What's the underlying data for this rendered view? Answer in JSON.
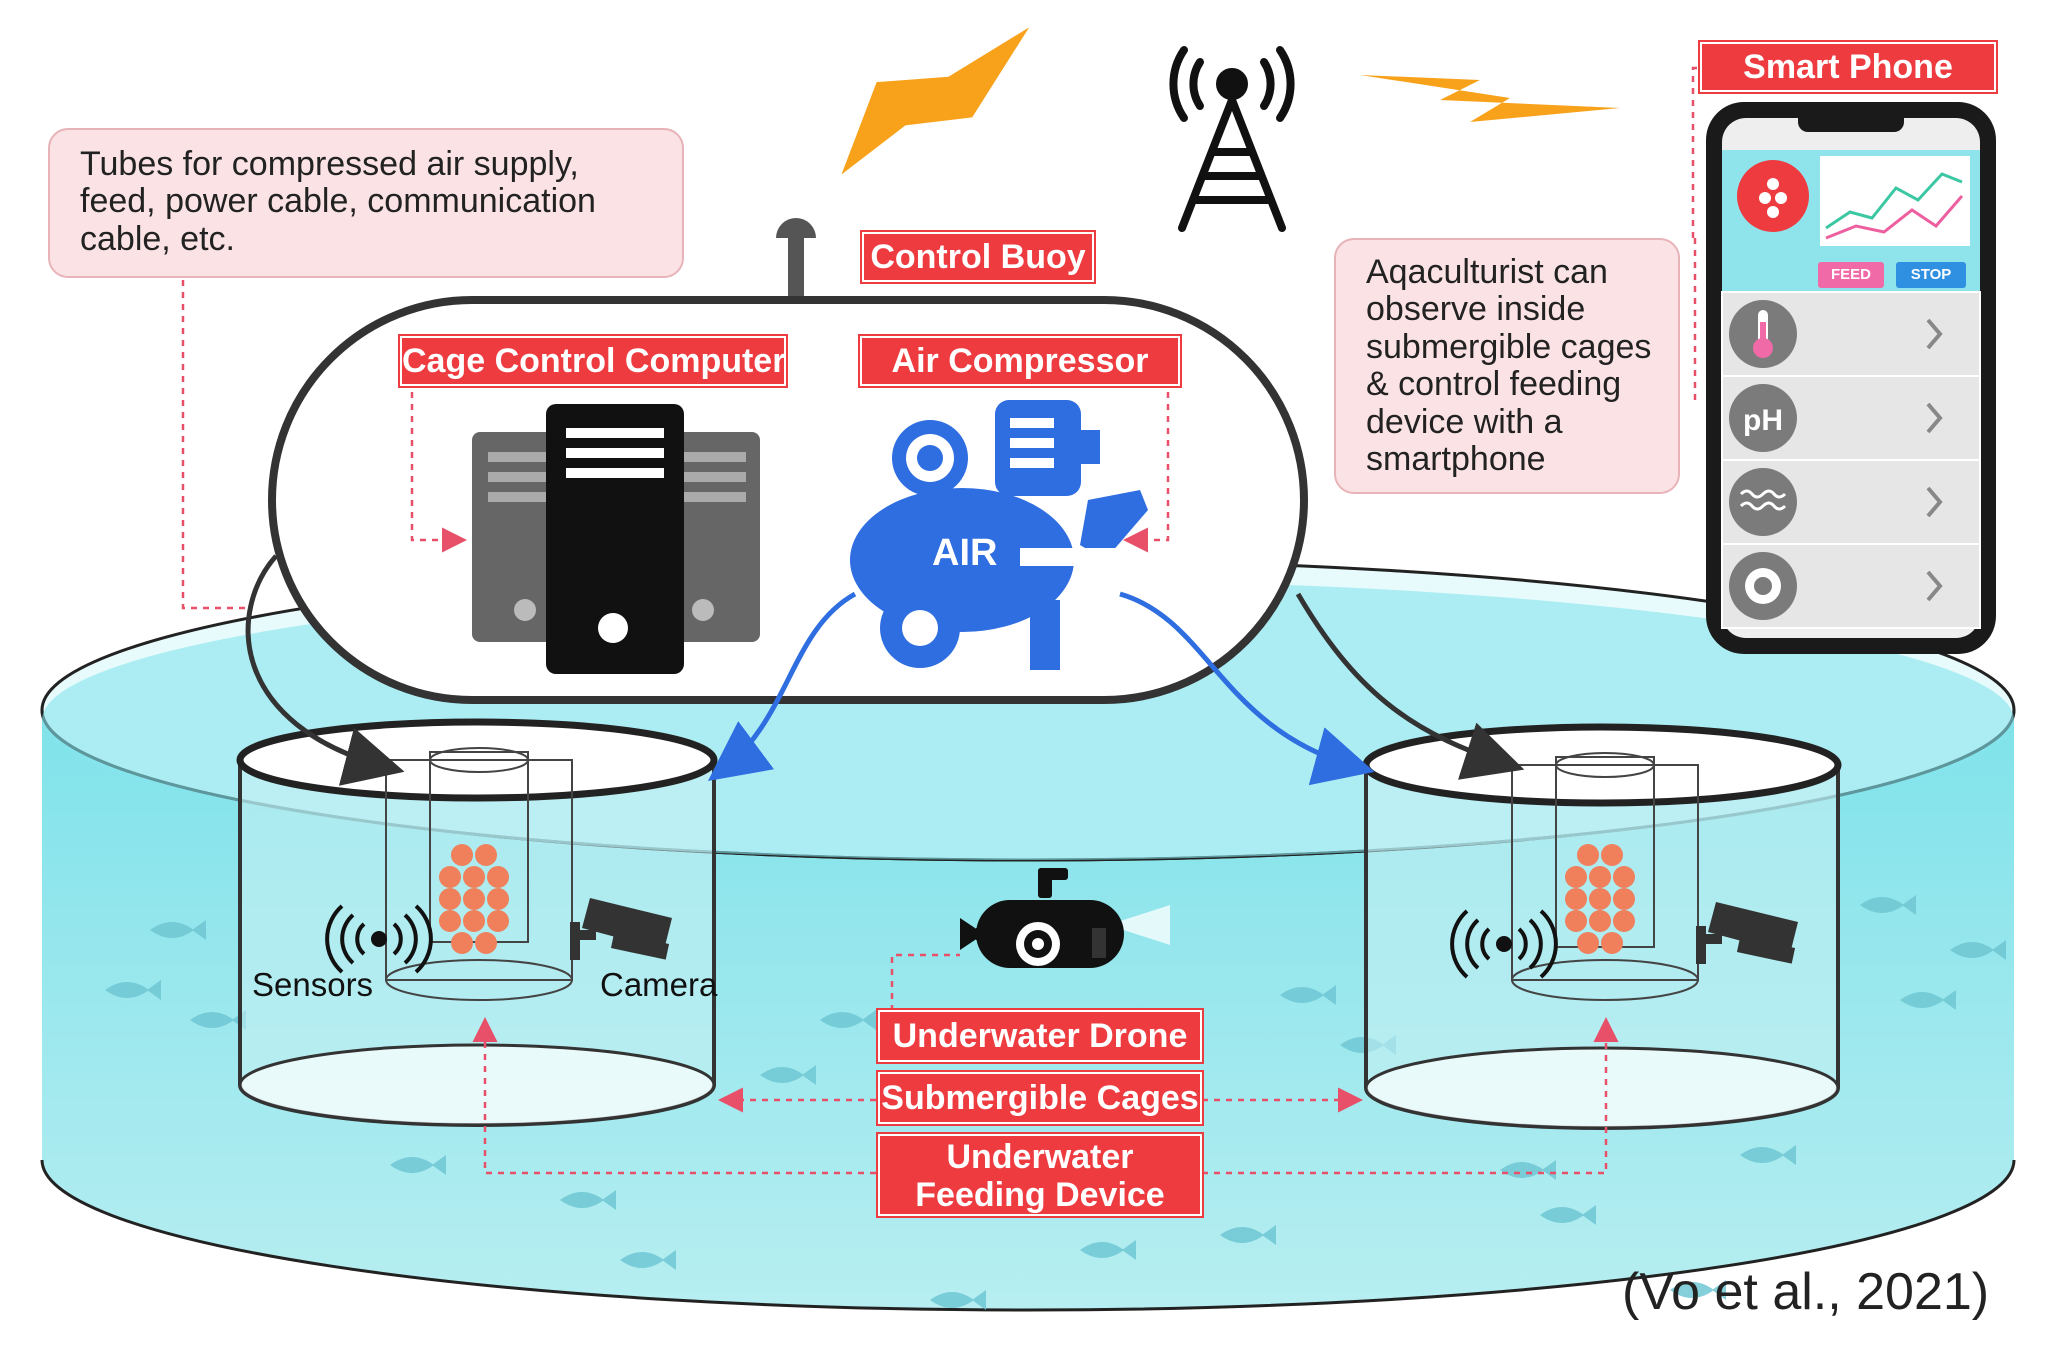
{
  "notes": {
    "tubes": [
      "Tubes for compressed air supply,",
      "feed, power cable, communication",
      "cable, etc."
    ],
    "aquaculturist": [
      "Aqaculturist can",
      "observe inside",
      "submergible cages",
      "& control feeding",
      "device with a",
      "smartphone"
    ]
  },
  "labels": {
    "control_buoy": "Control Buoy",
    "cage_control_computer": "Cage Control Computer",
    "air_compressor": "Air Compressor",
    "smart_phone": "Smart Phone",
    "sensors": "Sensors",
    "camera": "Camera",
    "underwater_drone": "Underwater Drone",
    "submergible_cages": "Submergible Cages",
    "underwater_feeding_device": [
      "Underwater",
      "Feeding Device"
    ],
    "air": "AIR",
    "citation": "(Vo et al., 2021)"
  },
  "phone": {
    "feed_button": "FEED",
    "stop_button": "STOP",
    "rows": [
      {
        "icon": "thermometer-icon"
      },
      {
        "icon": "ph-icon",
        "text": "pH"
      },
      {
        "icon": "water-waves-icon"
      },
      {
        "icon": "camera-lens-icon"
      }
    ]
  },
  "colors": {
    "label_red": "#ee3b40",
    "note_pink": "#fbe3e5",
    "water": "#8fe3ea",
    "compressor_blue": "#2f6ee0",
    "lightning": "#f7a21a"
  }
}
